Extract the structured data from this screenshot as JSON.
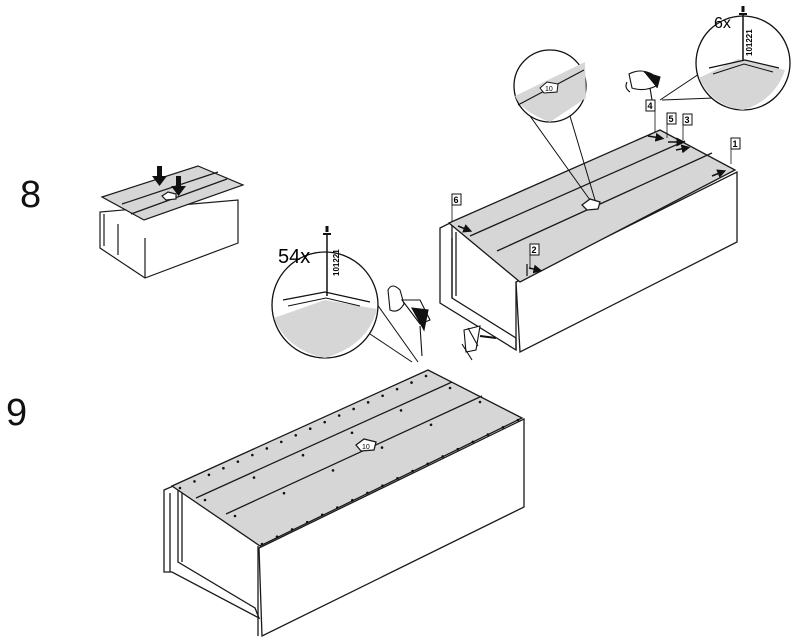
{
  "steps": {
    "step8": "8",
    "step9": "9"
  },
  "callouts": {
    "qty_top": "6x",
    "qty_main": "54x",
    "part_code": "101221"
  },
  "panel_label": "10",
  "part_tags": [
    "1",
    "2",
    "3",
    "4",
    "5",
    "6"
  ],
  "colors": {
    "line": "#1a1a1a",
    "panel_fill": "#d6d6d6",
    "arrow": "#111111"
  },
  "icons": [
    "hammer-icon",
    "hand-icon",
    "nail-icon",
    "arrow-down-icon"
  ]
}
